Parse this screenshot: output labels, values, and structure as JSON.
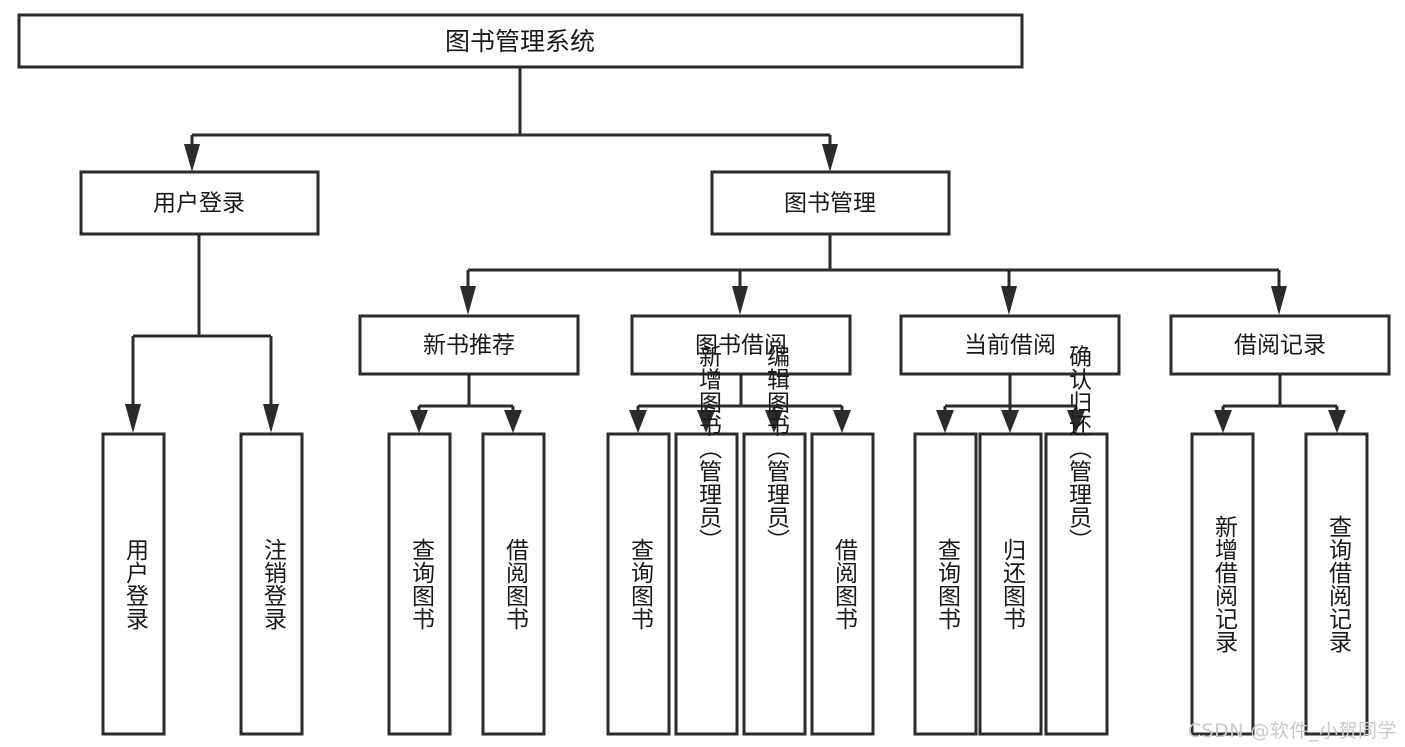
{
  "diagram": {
    "title": "图书管理系统",
    "type": "tree",
    "watermark": "CSDN @软件_小贺同学",
    "colors": {
      "stroke": "#2b2b2b",
      "box_fill": "#ffffff",
      "text": "#1a1a1a",
      "background": "#ffffff",
      "watermark": "#c9c9c9"
    },
    "root": {
      "label": "图书管理系统"
    },
    "level1": [
      {
        "label": "用户登录"
      },
      {
        "label": "图书管理"
      }
    ],
    "level2": [
      {
        "label": "新书推荐"
      },
      {
        "label": "图书借阅"
      },
      {
        "label": "当前借阅"
      },
      {
        "label": "借阅记录"
      }
    ],
    "leaves": {
      "user_login": [
        {
          "label": "用户登录"
        },
        {
          "label": "注销登录"
        }
      ],
      "new_book_recommend": [
        {
          "label": "查询图书"
        },
        {
          "label": "借阅图书"
        }
      ],
      "book_borrow": [
        {
          "label": "查询图书"
        },
        {
          "label": "新增图书（管理员）"
        },
        {
          "label": "编辑图书（管理员）"
        },
        {
          "label": "借阅图书"
        }
      ],
      "current_borrow": [
        {
          "label": "查询图书"
        },
        {
          "label": "归还图书"
        },
        {
          "label": "确认归还（管理员）"
        }
      ],
      "borrow_record": [
        {
          "label": "新增借阅记录"
        },
        {
          "label": "查询借阅记录"
        }
      ]
    }
  }
}
